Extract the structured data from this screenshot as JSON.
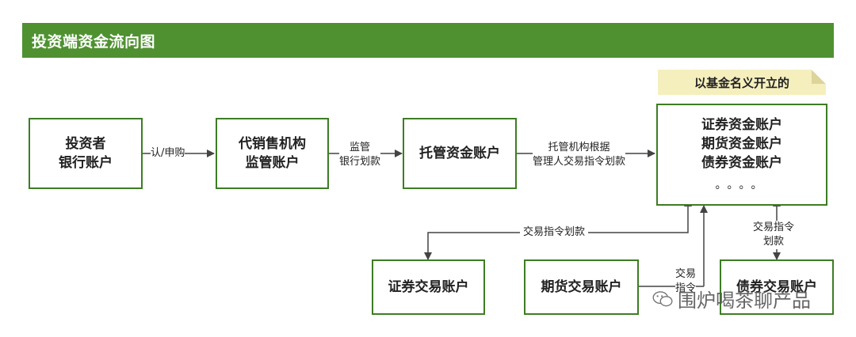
{
  "header": {
    "title": "投资端资金流向图"
  },
  "note": "以基金名义开立的",
  "boxes": {
    "investor": [
      "投资者",
      "银行账户"
    ],
    "sales": [
      "代销售机构",
      "监管账户"
    ],
    "custody": "托管资金账户",
    "fund_accounts": [
      "证券资金账户",
      "期货资金账户",
      "债券资金账户"
    ],
    "fund_dots": "。。。。",
    "securities": "证券交易账户",
    "futures": "期货交易账户",
    "bonds": "债券交易账户"
  },
  "edges": {
    "subscribe": "认/申购",
    "supervise": [
      "监管",
      "银行划款"
    ],
    "custody_instr": [
      "托管机构根据",
      "管理人交易指令划款"
    ],
    "trade_instr": "交易指令划款",
    "trade_cmd": [
      "交易",
      "指令"
    ],
    "trade_cmd_transfer": [
      "交易指令",
      "划款"
    ]
  },
  "watermark": "围炉喝茶聊产品",
  "colors": {
    "header": "#4f9131",
    "box_border": "#3d7d24",
    "note": "#f5efbe",
    "line": "#444444"
  }
}
